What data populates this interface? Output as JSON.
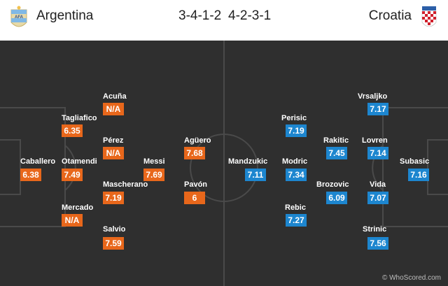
{
  "header": {
    "home_team": "Argentina",
    "home_formation": "3-4-1-2",
    "away_formation": "4-2-3-1",
    "away_team": "Croatia"
  },
  "colors": {
    "home_badge": "#e8671b",
    "away_badge": "#1d86cf",
    "pitch": "#2f2f2f"
  },
  "icons": {
    "home_crest": "argentina-crest-icon",
    "away_crest": "croatia-crest-icon"
  },
  "home_players": [
    {
      "name": "Caballero",
      "rating": "6.38"
    },
    {
      "name": "Otamendi",
      "rating": "7.49"
    },
    {
      "name": "Tagliafico",
      "rating": "6.35"
    },
    {
      "name": "Mercado",
      "rating": "N/A"
    },
    {
      "name": "Acuña",
      "rating": "N/A"
    },
    {
      "name": "Pérez",
      "rating": "N/A"
    },
    {
      "name": "Mascherano",
      "rating": "7.19"
    },
    {
      "name": "Salvio",
      "rating": "7.59"
    },
    {
      "name": "Messi",
      "rating": "7.69"
    },
    {
      "name": "Agüero",
      "rating": "7.68"
    },
    {
      "name": "Pavón",
      "rating": "6"
    }
  ],
  "away_players": [
    {
      "name": "Mandzukic",
      "rating": "7.11"
    },
    {
      "name": "Perisic",
      "rating": "7.19"
    },
    {
      "name": "Modric",
      "rating": "7.34"
    },
    {
      "name": "Rebic",
      "rating": "7.27"
    },
    {
      "name": "Rakitic",
      "rating": "7.45"
    },
    {
      "name": "Brozovic",
      "rating": "6.09"
    },
    {
      "name": "Vrsaljko",
      "rating": "7.17"
    },
    {
      "name": "Lovren",
      "rating": "7.14"
    },
    {
      "name": "Vida",
      "rating": "7.07"
    },
    {
      "name": "Strinic",
      "rating": "7.56"
    },
    {
      "name": "Subasic",
      "rating": "7.16"
    }
  ],
  "footer": {
    "copyright": "© WhoScored.com"
  }
}
